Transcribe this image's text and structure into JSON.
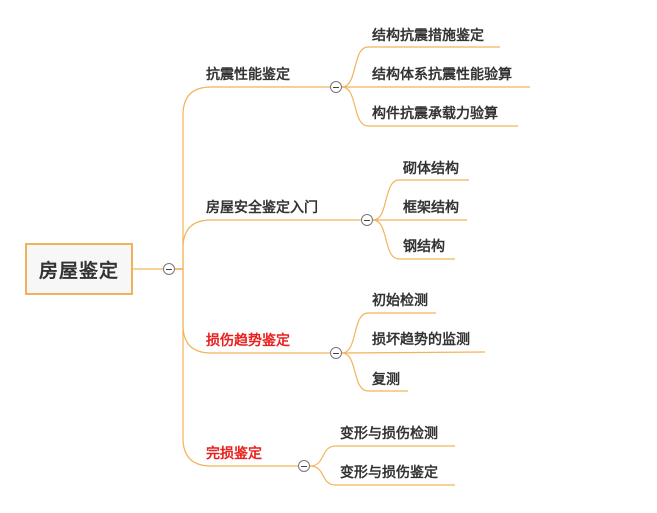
{
  "root": {
    "label": "房屋鉴定"
  },
  "branches": [
    {
      "label": "抗震性能鉴定",
      "highlight": false,
      "children": [
        "结构抗震措施鉴定",
        "结构体系抗震性能验算",
        "构件抗震承载力验算"
      ]
    },
    {
      "label": "房屋安全鉴定入门",
      "highlight": false,
      "children": [
        "砌体结构",
        "框架结构",
        "钢结构"
      ]
    },
    {
      "label": "损伤趋势鉴定",
      "highlight": true,
      "children": [
        "初始检测",
        "损坏趋势的监测",
        "复测"
      ]
    },
    {
      "label": "完损鉴定",
      "highlight": true,
      "children": [
        "变形与损伤检测",
        "变形与损伤鉴定"
      ]
    }
  ],
  "colors": {
    "line": "#f2b35a",
    "highlight": "#e8201e",
    "text": "#333333"
  }
}
